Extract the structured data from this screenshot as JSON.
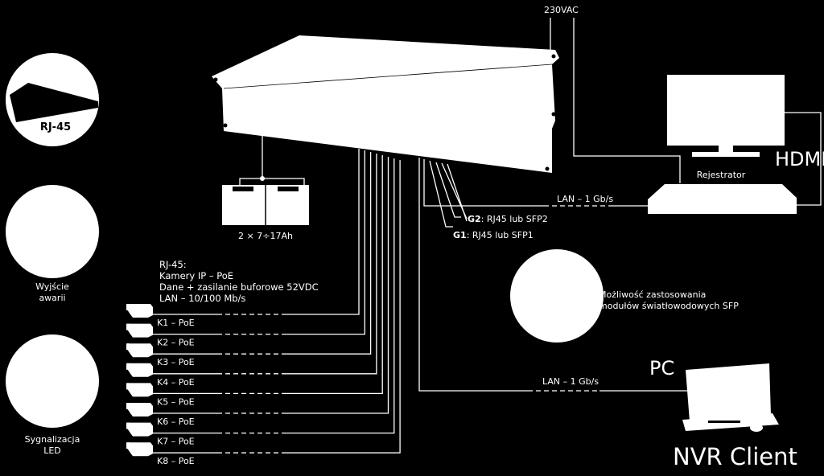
{
  "power": {
    "label": "230VAC"
  },
  "battery": {
    "label": "2 × 7÷17Ah"
  },
  "circles": {
    "rj45": "RJ-45",
    "failure_output": [
      "Wyjście",
      "awarii"
    ],
    "led_signal": [
      "Sygnalizacja",
      "LED"
    ]
  },
  "recorder": {
    "label": "Rejestrator",
    "hdmi": "HDMI",
    "lan": "LAN – 1 Gb/s"
  },
  "uplinks": {
    "g2_prefix": "G2",
    "g2_text": ": RJ45 lub SFP2",
    "g1_prefix": "G1",
    "g1_text": ": RJ45 lub SFP1"
  },
  "sfp_note": [
    "Możliwość zastosowania",
    "modułów światłowodowych SFP"
  ],
  "ports_info": [
    "RJ-45:",
    "Kamery IP – PoE",
    "Dane + zasilanie buforowe 52VDC",
    "LAN – 10/100 Mb/s"
  ],
  "cameras": [
    "K1 – PoE",
    "K2 – PoE",
    "K3 – PoE",
    "K4 – PoE",
    "K5 – PoE",
    "K6 – PoE",
    "K7 – PoE",
    "K8 – PoE"
  ],
  "pc": {
    "label": "PC",
    "lan": "LAN – 1 Gb/s",
    "client": "NVR Client"
  },
  "colors": {
    "background": "#000000",
    "foreground": "#ffffff"
  }
}
